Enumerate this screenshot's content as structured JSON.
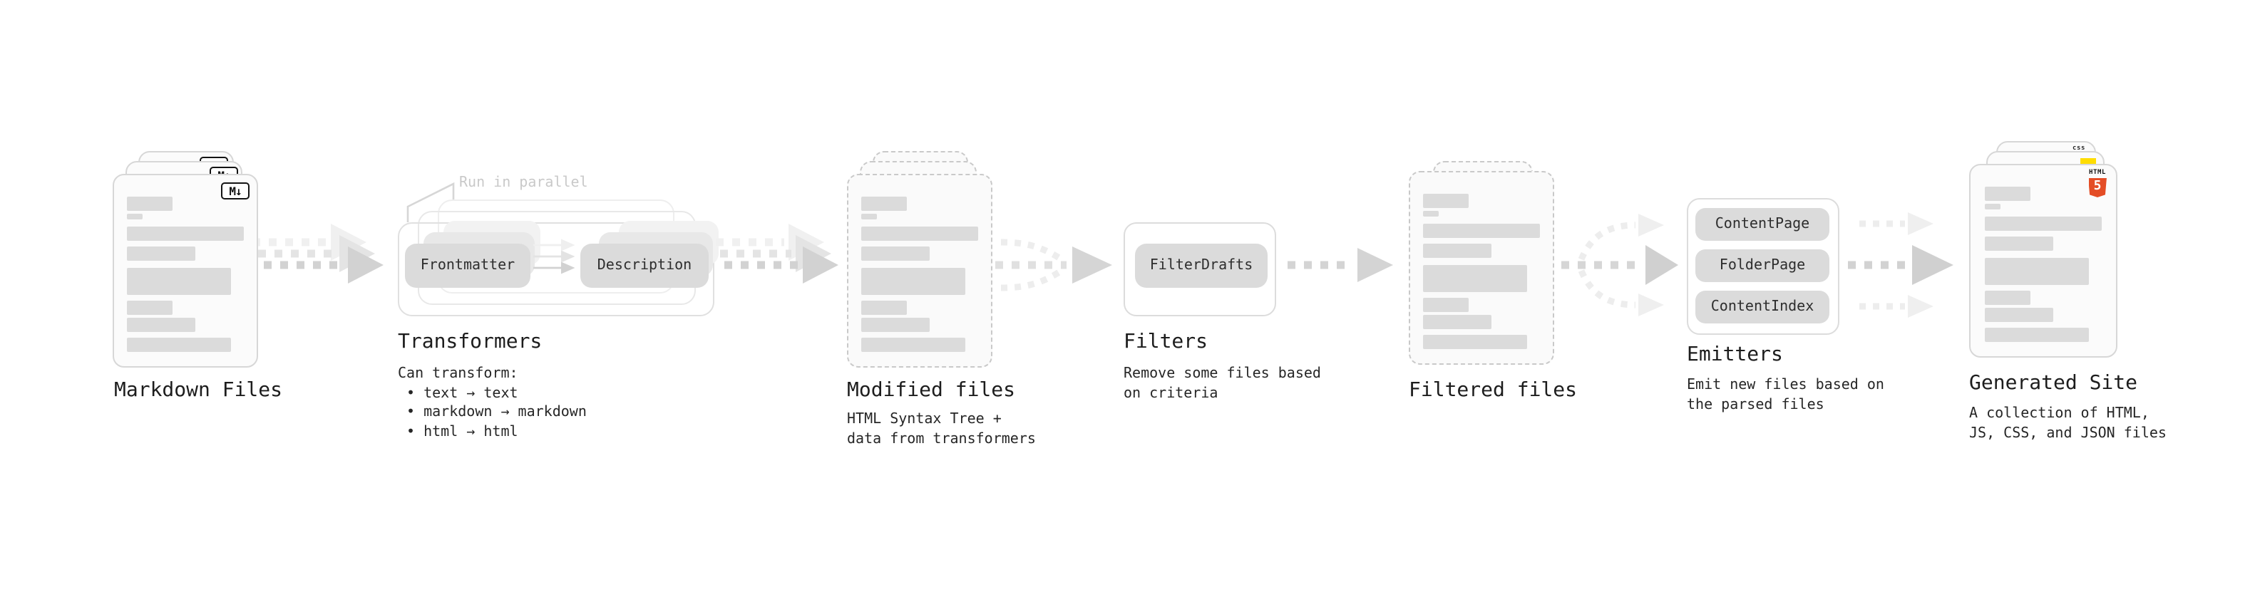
{
  "markdown_files": {
    "title": "Markdown Files",
    "badge": "M↓"
  },
  "transformers": {
    "title": "Transformers",
    "annotation": "Run in parallel",
    "step_a": "Frontmatter",
    "step_b": "Description",
    "lines": [
      "Can transform:",
      "• text → text",
      "• markdown → markdown",
      "• html → html"
    ]
  },
  "modified_files": {
    "title": "Modified files",
    "lines": [
      "HTML Syntax Tree +",
      "data from transformers"
    ]
  },
  "filters": {
    "title": "Filters",
    "step": "FilterDrafts",
    "lines": [
      "Remove some files based",
      "on criteria"
    ]
  },
  "filtered_files": {
    "title": "Filtered files"
  },
  "emitters": {
    "title": "Emitters",
    "items": [
      "ContentPage",
      "FolderPage",
      "ContentIndex"
    ],
    "lines": [
      "Emit new files based on",
      "the parsed files"
    ]
  },
  "generated_site": {
    "title": "Generated Site",
    "badge_css_text": "css",
    "badge_html_text": "HTML",
    "badge_html_five": "5",
    "lines": [
      "A collection of HTML,",
      "JS, CSS, and JSON files"
    ]
  },
  "colors": {
    "html5_orange": "#e44d26",
    "js_yellow": "#ffdd00",
    "css_blue": "#2f6bf0"
  }
}
